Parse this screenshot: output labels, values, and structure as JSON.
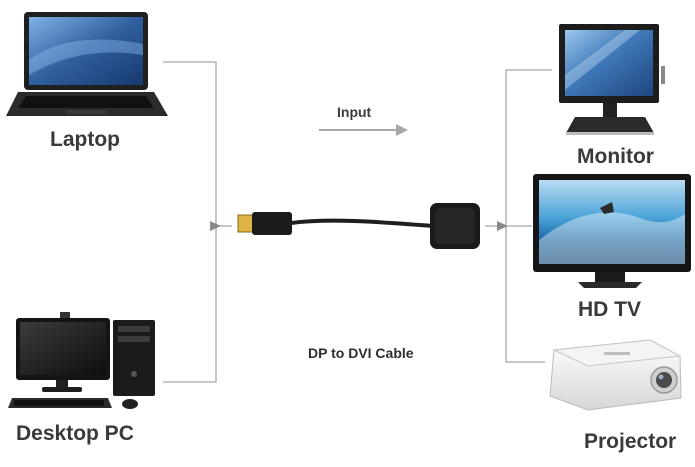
{
  "title": "",
  "devices": {
    "laptop": {
      "label": "Laptop",
      "icon": "laptop-icon"
    },
    "desktop": {
      "label": "Desktop PC",
      "icon": "desktop-pc-icon"
    },
    "monitor": {
      "label": "Monitor",
      "icon": "monitor-icon"
    },
    "hdtv": {
      "label": "HD TV",
      "icon": "tv-icon"
    },
    "projector": {
      "label": "Projector",
      "icon": "projector-icon"
    }
  },
  "flow": {
    "direction_label": "Input",
    "arrow_icon": "arrow-right-icon"
  },
  "cable": {
    "label": "DP to DVI Cable",
    "connector_icon": "displayport-plug-icon",
    "adapter_icon": "dvi-adapter-icon"
  },
  "colors": {
    "line": "#a8a8a8",
    "text": "#3a3a3a",
    "device_dark": "#1e1e1e",
    "screen_blue": "#3d6fae"
  }
}
